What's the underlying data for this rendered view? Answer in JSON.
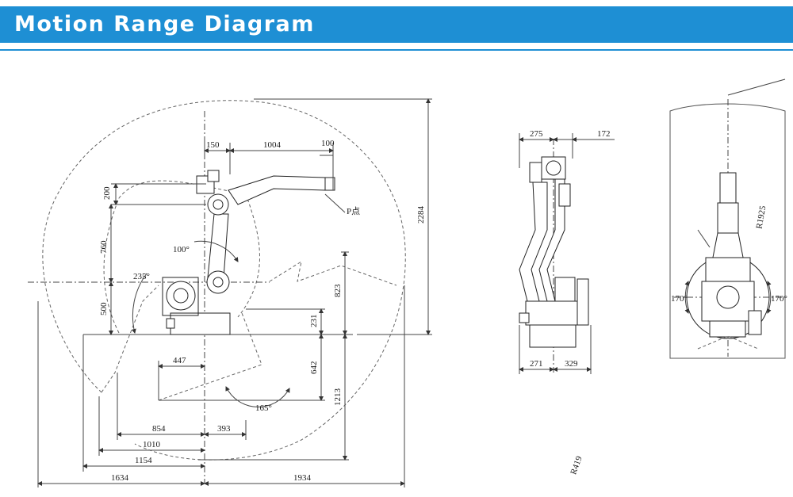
{
  "header": {
    "title": "Motion Range Diagram",
    "accent_color": "#1e8fd4"
  },
  "colors": {
    "line": "#222222",
    "dim_line": "#444444",
    "envelope": "#666666"
  },
  "side_view": {
    "dimensions": {
      "d150": "150",
      "d1004": "1004",
      "d100": "100",
      "d200": "200",
      "d760": "760",
      "d500": "500",
      "d2284": "2284",
      "d823": "823",
      "d231": "231",
      "d642": "642",
      "d1213": "1213",
      "d447": "447",
      "d854": "854",
      "d393": "393",
      "d1010": "1010",
      "d1154": "1154",
      "d1634": "1634",
      "d1934": "1934"
    },
    "angles": {
      "a100": "100°",
      "a235": "235°",
      "a165": "165°"
    },
    "p_point_label": "P点"
  },
  "front_view": {
    "dimensions": {
      "d275": "275",
      "d172": "172",
      "d271": "271",
      "d329": "329"
    }
  },
  "top_view": {
    "dimensions": {
      "r1925": "R1925",
      "r419": "R419"
    },
    "angles": {
      "left": "170°",
      "right": "170°"
    }
  }
}
